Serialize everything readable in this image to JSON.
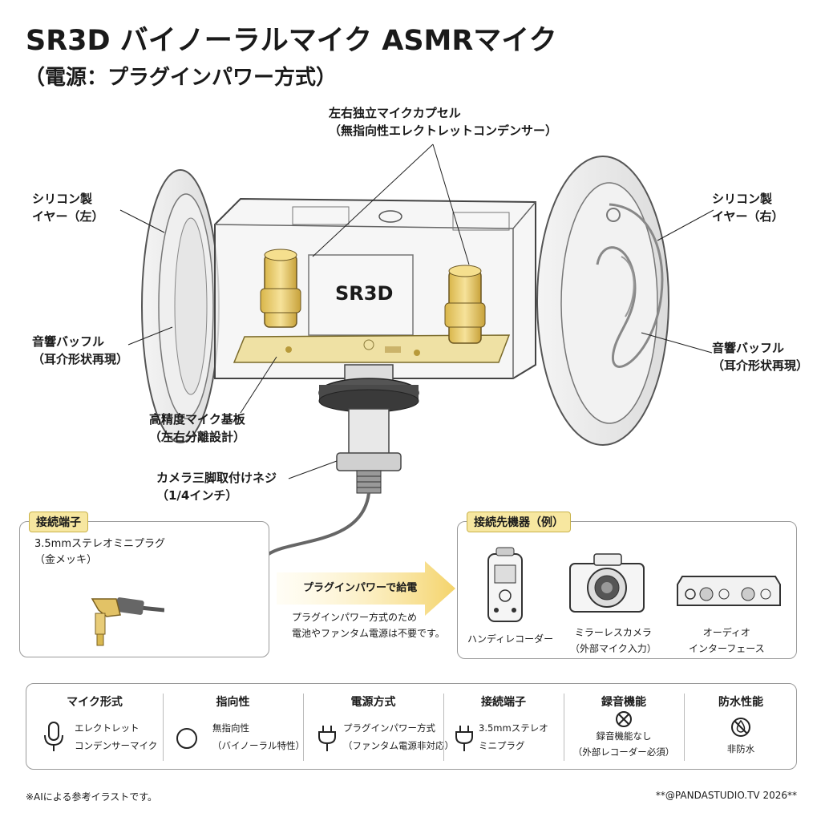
{
  "header": {
    "title": "SR3D バイノーラルマイク ASMRマイク",
    "subtitle": "（電源：プラグインパワー方式）"
  },
  "callouts": {
    "capsule_line1": "左右独立マイクカプセル",
    "capsule_line2": "（無指向性エレクトレットコンデンサー）",
    "ear_left_line1": "シリコン製",
    "ear_left_line2": "イヤー（左）",
    "ear_right_line1": "シリコン製",
    "ear_right_line2": "イヤー（右）",
    "baffle_left_line1": "音響バッフル",
    "baffle_left_line2": "（耳介形状再現）",
    "baffle_right_line1": "音響バッフル",
    "baffle_right_line2": "（耳介形状再現）",
    "board_line1": "高精度マイク基板",
    "board_line2": "（左右分離設計）",
    "mount_line1": "カメラ三脚取付けネジ",
    "mount_line2": "（1/4インチ）"
  },
  "device_label": "SR3D",
  "connector_panel": {
    "tag": "接続端子",
    "line1": "3.5mmステレオミニプラグ",
    "line2": "（金メッキ）"
  },
  "power_arrow": {
    "label": "プラグインパワーで給電",
    "note1": "プラグインパワー方式のため",
    "note2": "電池やファンタム電源は不要です。"
  },
  "devices_panel": {
    "tag": "接続先機器（例）",
    "recorder": "ハンディレコーダー",
    "camera_line1": "ミラーレスカメラ",
    "camera_line2": "（外部マイク入力）",
    "interface_line1": "オーディオ",
    "interface_line2": "インターフェース"
  },
  "specs": [
    {
      "header": "マイク形式",
      "line1": "エレクトレット",
      "line2": "コンデンサーマイク",
      "icon": "microphone-icon"
    },
    {
      "header": "指向性",
      "line1": "無指向性",
      "line2": "（バイノーラル特性）",
      "icon": "circle-icon"
    },
    {
      "header": "電源方式",
      "line1": "プラグインパワー方式",
      "line2": "（ファンタム電源非対応）",
      "icon": "plug-icon"
    },
    {
      "header": "接続端子",
      "line1": "3.5mmステレオ",
      "line2": "ミニプラグ",
      "icon": "plug-icon"
    },
    {
      "header": "録音機能",
      "line1": "録音機能なし",
      "line2": "（外部レコーダー必須）",
      "icon": "no-record-icon"
    },
    {
      "header": "防水性能",
      "line1": "非防水",
      "line2": "",
      "icon": "no-water-icon"
    }
  ],
  "footer": {
    "left": "※AIによる参考イラストです。",
    "right": "**@PANDASTUDIO.TV 2026**"
  },
  "colors": {
    "accent_gold": "#e8c75a",
    "tag_bg": "#f7e7a0",
    "board": "#efe1a4"
  }
}
